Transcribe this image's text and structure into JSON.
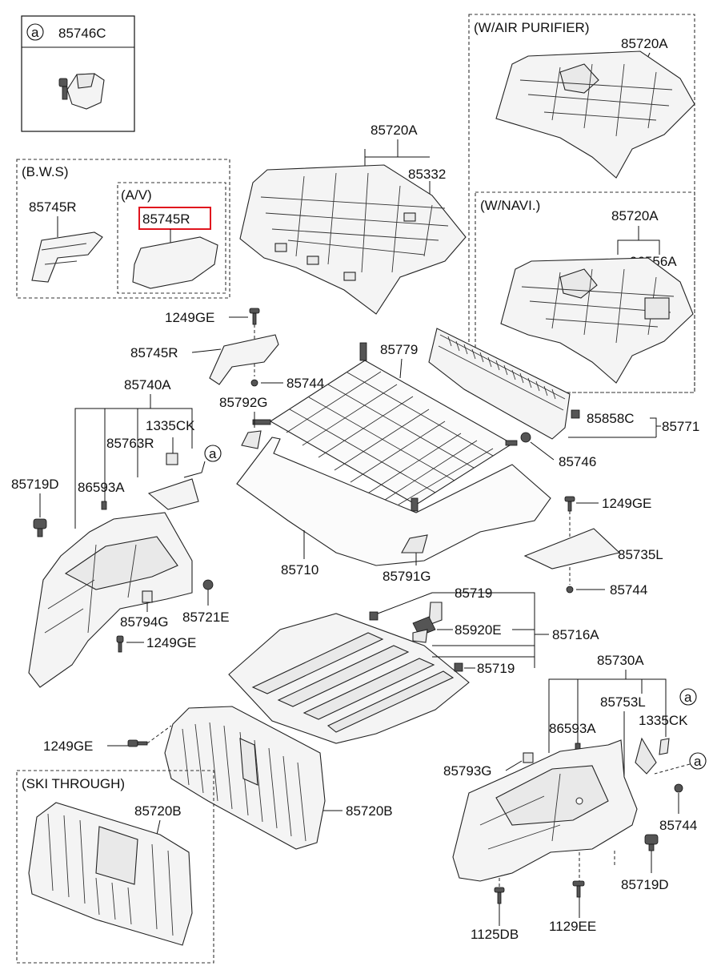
{
  "callout_a": "a",
  "boxes": {
    "clip_box": {
      "circle": "a",
      "part": "85746C"
    },
    "bws": {
      "title": "(B.W.S)",
      "part": "85745R"
    },
    "av": {
      "title": "(A/V)",
      "part": "85745R"
    },
    "air_purifier": {
      "title": "(W/AIR PURIFIER)",
      "part": "85720A"
    },
    "navi": {
      "title": "(W/NAVI.)",
      "part1": "85720A",
      "part2": "96556A"
    },
    "ski": {
      "title": "(SKI THROUGH)",
      "part": "85720B"
    }
  },
  "labels": {
    "p85720A": "85720A",
    "p85332": "85332",
    "p1249GE_top": "1249GE",
    "p85745R": "85745R",
    "p85779": "85779",
    "p85744_top": "85744",
    "p85740A": "85740A",
    "p85792G": "85792G",
    "p1335CK_left": "1335CK",
    "p85763R": "85763R",
    "p85858C": "85858C",
    "p85771": "85771",
    "p85719D_left": "85719D",
    "p86593A_left": "86593A",
    "p85746": "85746",
    "p1249GE_mid": "1249GE",
    "p85735L": "85735L",
    "p85710": "85710",
    "p85791G": "85791G",
    "p85744_mid": "85744",
    "p85794G": "85794G",
    "p85721E": "85721E",
    "p1249GE_left": "1249GE",
    "p85719_top": "85719",
    "p85920E": "85920E",
    "p85716A": "85716A",
    "p85719_bot": "85719",
    "p85730A": "85730A",
    "p85753L": "85753L",
    "p1335CK_right": "1335CK",
    "p1249GE_low": "1249GE",
    "p86593A_right": "86593A",
    "p85793G": "85793G",
    "p85720B": "85720B",
    "p85744_right": "85744",
    "p85719D_right": "85719D",
    "p1125DB": "1125DB",
    "p1129EE": "1129EE"
  },
  "highlight_color": "#e0141e"
}
